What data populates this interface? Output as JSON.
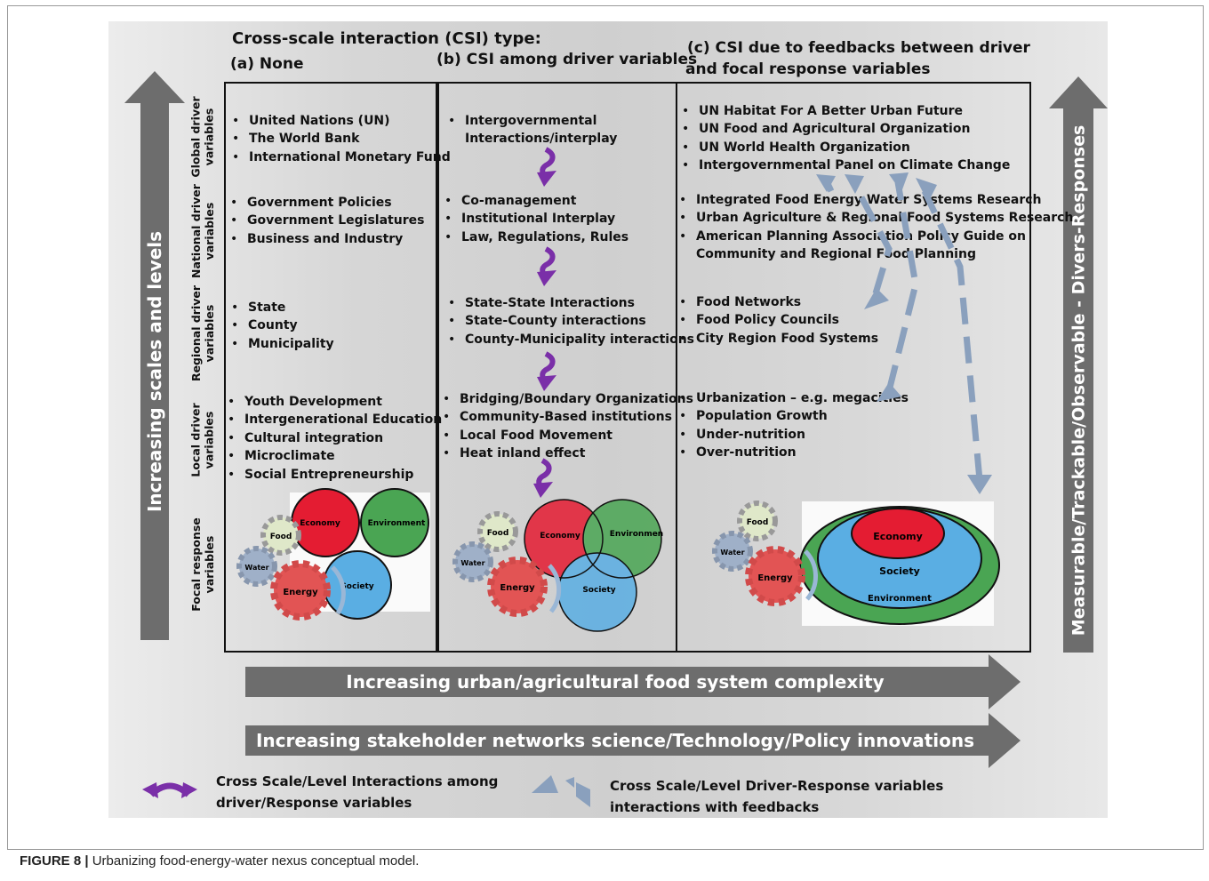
{
  "header": {
    "title": "Cross-scale interaction (CSI) type:",
    "col_a": "(a) None",
    "col_b": "(b) CSI among driver variables",
    "col_c_line1": "(c)  CSI due to feedbacks between driver",
    "col_c_line2": "and focal response variables"
  },
  "rows": {
    "global": "Global driver\nvariables",
    "national": "National driver\nvariables",
    "regional": "Regional driver\nvariables",
    "local": "Local driver\nvariables",
    "focal": "Focal response\nvariables"
  },
  "col_a": {
    "global": [
      "United Nations (UN)",
      "The World Bank",
      "International Monetary Fund"
    ],
    "national": [
      "Government Policies",
      "Government Legislatures",
      "Business and Industry"
    ],
    "regional": [
      "State",
      "County",
      "Municipality"
    ],
    "local": [
      "Youth Development",
      "Intergenerational Education",
      "Cultural integration",
      "Microclimate",
      "Social Entrepreneurship"
    ]
  },
  "col_b": {
    "global_1": "Intergovernmental",
    "global_2": "Interactions/interplay",
    "national": [
      "Co-management",
      "Institutional Interplay",
      "Law, Regulations, Rules"
    ],
    "regional": [
      "State-State Interactions",
      "State-County interactions",
      "County-Municipality interactions"
    ],
    "local": [
      "Bridging/Boundary Organizations",
      "Community-Based institutions",
      "Local Food Movement",
      "Heat inland effect"
    ]
  },
  "col_c": {
    "global": [
      "UN Habitat  For A Better Urban Future",
      "UN Food and Agricultural Organization",
      "UN World Health Organization",
      "Intergovernmental Panel on Climate Change"
    ],
    "national_1": "Integrated Food Energy Water Systems Research",
    "national_2": "Urban Agriculture & Regional Food Systems Research",
    "national_3": "American Planning Association Policy Guide on",
    "national_4": "Community and Regional Food Planning",
    "regional": [
      "Food Networks",
      "Food Policy Councils",
      "City Region Food Systems"
    ],
    "local": [
      "Urbanization – e.g. megacities",
      "Population Growth",
      "Under-nutrition",
      "Over-nutrition"
    ]
  },
  "nexus": {
    "food": "Food",
    "water": "Water",
    "energy": "Energy",
    "economy": "Economy",
    "environment": "Environment",
    "environment_b": "Environmen",
    "society": "Society"
  },
  "arrows": {
    "left": "Increasing scales and levels",
    "right": "Measurable/Trackable/Observable - Divers-Responses",
    "bottom1": "Increasing urban/agricultural food system complexity",
    "bottom2": "Increasing stakeholder networks science/Technology/Policy innovations"
  },
  "legend": {
    "purple_1": "Cross Scale/Level Interactions among",
    "purple_2": "driver/Response variables",
    "blue_1": "Cross Scale/Level Driver-Response variables",
    "blue_2": "interactions with feedbacks"
  },
  "caption": {
    "label": "FIGURE 8 |",
    "text": " Urbanizing food-energy-water nexus conceptual model."
  },
  "colors": {
    "arrow_gray": "#6d6d6d",
    "purple": "#7a2fa8",
    "feedback_blue": "#8aa0bd",
    "economy": "#e41c32",
    "environment": "#4aa553",
    "society": "#5aaee3"
  }
}
